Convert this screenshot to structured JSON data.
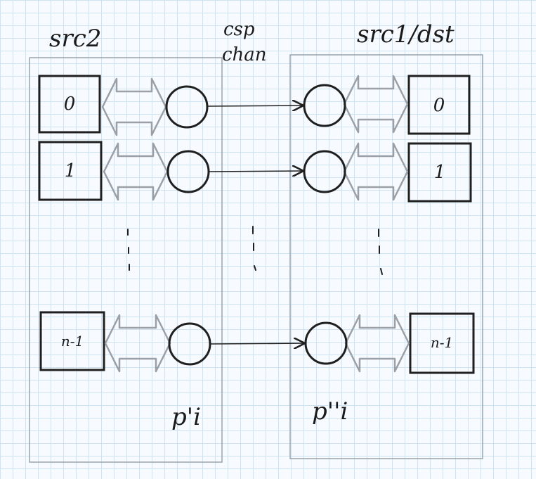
{
  "labels": {
    "left_group": "src2",
    "middle_group_line1": "csp",
    "middle_group_line2": "chan",
    "right_group": "src1/dst",
    "left_process": "p'i",
    "right_process": "p''i"
  },
  "left_boxes": [
    "0",
    "1",
    "n-1"
  ],
  "right_boxes": [
    "0",
    "1",
    "n-1"
  ],
  "colors": {
    "ink": "#1f1f1f",
    "frame": "#9aa4ab",
    "arrow_hollow": "#9aa0a6"
  }
}
